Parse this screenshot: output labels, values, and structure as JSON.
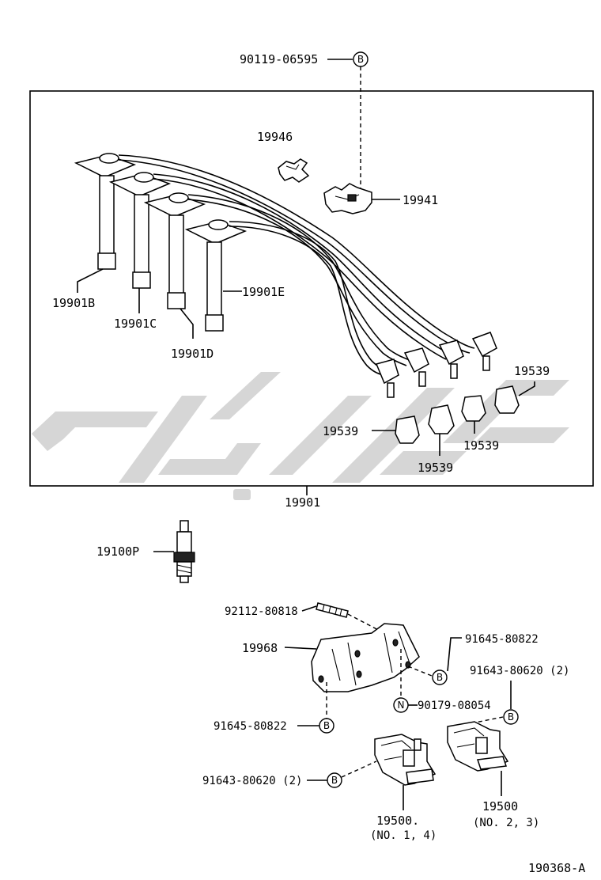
{
  "diagram": {
    "drawing_number": "190368-A",
    "labels": {
      "bolt_top": "90119-06595",
      "clamp_a": "19946",
      "clamp_b": "19941",
      "cord_b": "19901B",
      "cord_c": "19901C",
      "cord_d": "19901D",
      "cord_e": "19901E",
      "cord_set": "19901",
      "cap_1": "19539",
      "cap_2": "19539",
      "cap_3": "19539",
      "cap_4": "19539",
      "spark_plug": "19100P",
      "stud": "92112-80818",
      "bracket": "19968",
      "bolt_right": "91645-80822",
      "nut_ref": "90179-08054",
      "bolt_left": "91645-80822",
      "coil_bolt_right": "91643-80620 (2)",
      "coil_bolt_left": "91643-80620 (2)",
      "coil_14_part": "19500.",
      "coil_14_note": "(NO. 1, 4)",
      "coil_23_part": "19500",
      "coil_23_note": "(NO. 2, 3)"
    },
    "callout_letters": {
      "b": "B",
      "n": "N"
    }
  }
}
